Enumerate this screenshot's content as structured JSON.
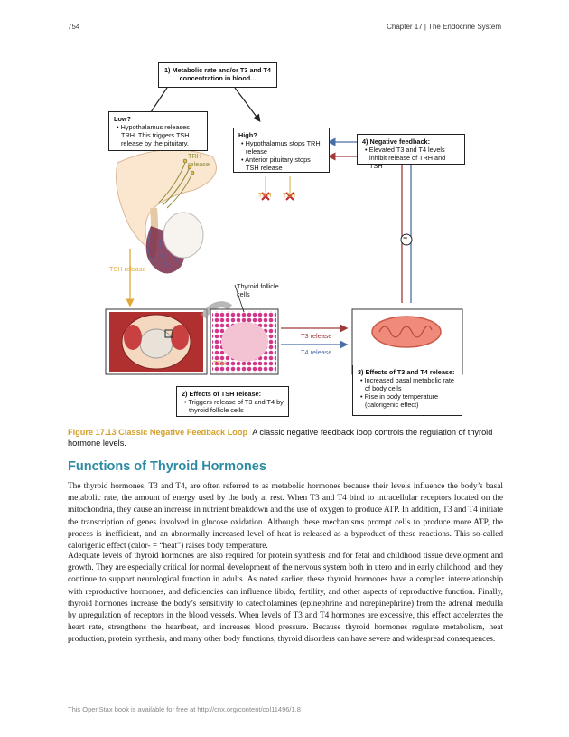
{
  "header": {
    "page_number": "754",
    "chapter": "Chapter 17 | The Endocrine System"
  },
  "figure": {
    "box1": "1) Metabolic rate and/or T3 and T4 concentration in blood...",
    "low": {
      "title": "Low?",
      "items": [
        "Hypothalamus releases TRH. This triggers TSH release by the pituitary."
      ]
    },
    "high": {
      "title": "High?",
      "items": [
        "Hypothalamus stops TRH release",
        "Anterior pituitary stops TSH release"
      ]
    },
    "neg": {
      "title": "4) Negative feedback:",
      "items": [
        "Elevated T3 and T4 levels inhibit release of TRH and TSH"
      ]
    },
    "trh_release": "TRH release",
    "tsh_release": "TSH release",
    "tsh_label": "TSH",
    "trh_x": "TRH",
    "tsh_x": "TSH",
    "minus_sign": "−",
    "thyroid_follicle": "Thyroid follicle cells",
    "t3_release": "T3 release",
    "t4_release": "T4 release",
    "box2": {
      "title": "2) Effects of TSH release:",
      "items": [
        "Triggers release of T3 and T4 by thyroid follicle cells"
      ]
    },
    "box3": {
      "title": "3) Effects of T3 and T4 release:",
      "items": [
        "Increased basal metabolic rate of body cells",
        "Rise in body temperature (calorigenic effect)"
      ]
    }
  },
  "caption": {
    "number": "Figure 17.13 Classic Negative Feedback Loop",
    "text": "A classic negative feedback loop controls the regulation of thyroid hormone levels."
  },
  "section_title": "Functions of Thyroid Hormones",
  "paragraphs": [
    "The thyroid hormones, T3 and T4, are often referred to as metabolic hormones because their levels influence the body’s basal metabolic rate, the amount of energy used by the body at rest. When T3 and T4 bind to intracellular receptors located on the mitochondria, they cause an increase in nutrient breakdown and the use of oxygen to produce ATP. In addition, T3 and T4 initiate the transcription of genes involved in glucose oxidation. Although these mechanisms prompt cells to produce more ATP, the process is inefficient, and an abnormally increased level of heat is released as a byproduct of these reactions. This so-called calorigenic effect (calor- = “heat”) raises body temperature.",
    "Adequate levels of thyroid hormones are also required for protein synthesis and for fetal and childhood tissue development and growth. They are especially critical for normal development of the nervous system both in utero and in early childhood, and they continue to support neurological function in adults. As noted earlier, these thyroid hormones have a complex interrelationship with reproductive hormones, and deficiencies can influence libido, fertility, and other aspects of reproductive function. Finally, thyroid hormones increase the body’s sensitivity to catecholamines (epinephrine and norepinephrine) from the adrenal medulla by upregulation of receptors in the blood vessels. When levels of T3 and T4 hormones are excessive, this effect accelerates the heart rate, strengthens the heartbeat, and increases blood pressure. Because thyroid hormones regulate metabolism, heat production, protein synthesis, and many other body functions, thyroid disorders can have severe and widespread consequences."
  ],
  "footer": "This OpenStax book is available for free at http://cnx.org/content/col11496/1.8"
}
